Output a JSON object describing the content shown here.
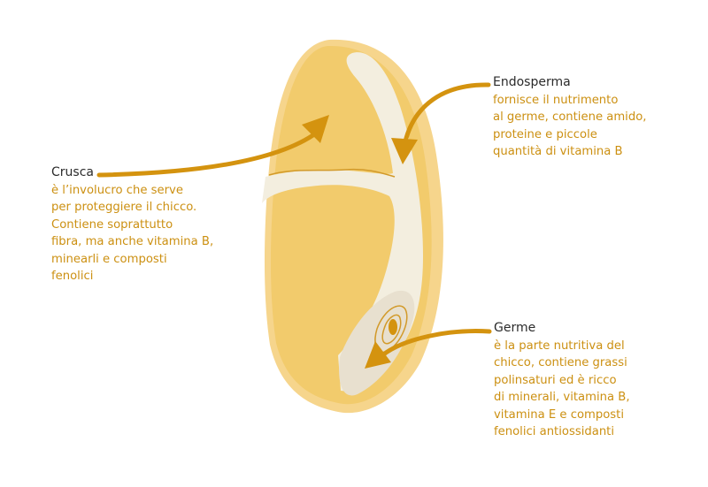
{
  "colors": {
    "bran_outer": "#f6d58c",
    "bran_main": "#f2cb6c",
    "endosperm": "#f3eedf",
    "germ": "#e8e0cf",
    "outline": "#d29a2a",
    "arrow": "#d4930f",
    "title_text": "#2b2b2b",
    "desc_text": "#cc9012"
  },
  "icons": {
    "grain": "wheat-kernel-cross-section",
    "arrow": "curved-arrow"
  },
  "labels": {
    "crusca": {
      "title": "Crusca",
      "description": "è l’involucro che serve\nper proteggiere il chicco.\nContiene soprattutto\nfibra, ma anche vitamina B,\nminearli e composti\nfenolici"
    },
    "endosperma": {
      "title": "Endosperma",
      "description": "fornisce il nutrimento\nal germe, contiene amido,\nproteine e piccole\nquantità di vitamina B"
    },
    "germe": {
      "title": "Germe",
      "description": "è la parte nutritiva del\nchicco, contiene grassi\npolinsaturi ed è ricco\ndi minerali, vitamina B,\nvitamina E e composti\nfenolici antiossidanti"
    }
  }
}
